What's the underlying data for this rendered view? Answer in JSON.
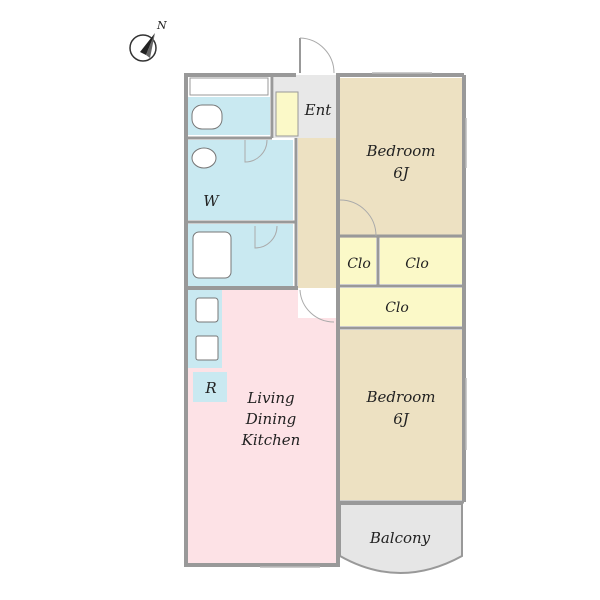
{
  "compass": {
    "label": "N",
    "icon": "north-arrow-icon"
  },
  "rooms": {
    "entrance": {
      "label": "Ent"
    },
    "bedroom_north": {
      "label": "Bedroom",
      "size": "6J"
    },
    "bedroom_south": {
      "label": "Bedroom",
      "size": "6J"
    },
    "closet_small": {
      "label": "Clo"
    },
    "closet_north": {
      "label": "Clo"
    },
    "closet_south": {
      "label": "Clo"
    },
    "washroom": {
      "label": "W"
    },
    "ldk": {
      "line1": "Living",
      "line2": "Dining",
      "line3": "Kitchen"
    },
    "refrigerator": {
      "label": "R"
    },
    "balcony": {
      "label": "Balcony"
    }
  },
  "colors": {
    "wall": "#999999",
    "wet_area": "#c9e9f1",
    "bedroom": "#ede1c2",
    "closet": "#fbf9c8",
    "ldk": "#fde2e6",
    "balcony": "#e6e6e6",
    "hall": "#ede1c2",
    "entrance": "#e8e8e8"
  }
}
